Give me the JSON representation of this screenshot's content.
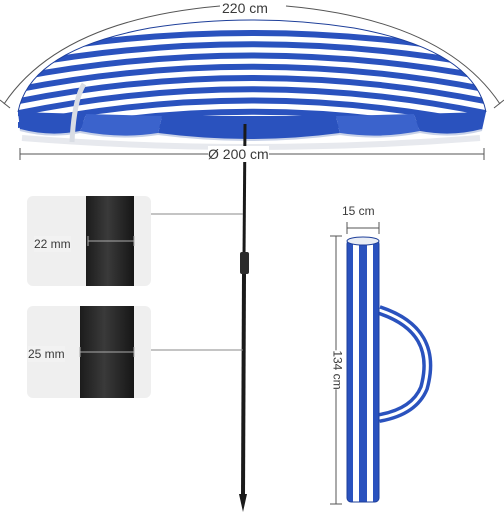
{
  "dimensions": {
    "arc_length": "220 cm",
    "diameter": "Ø 200 cm",
    "pole_upper_diameter": "22 mm",
    "pole_lower_diameter": "25 mm",
    "bag_width": "15 cm",
    "bag_length": "134 cm"
  },
  "colors": {
    "stripe_blue": "#2a52be",
    "stripe_white": "#ffffff",
    "pole": "#1a1a1a",
    "panel_bg": "#efefef",
    "dimension_line": "#555555"
  },
  "icons": {
    "umbrella": "umbrella-canopy-icon",
    "pole": "pole-segment-icon",
    "bag": "carry-bag-icon"
  }
}
